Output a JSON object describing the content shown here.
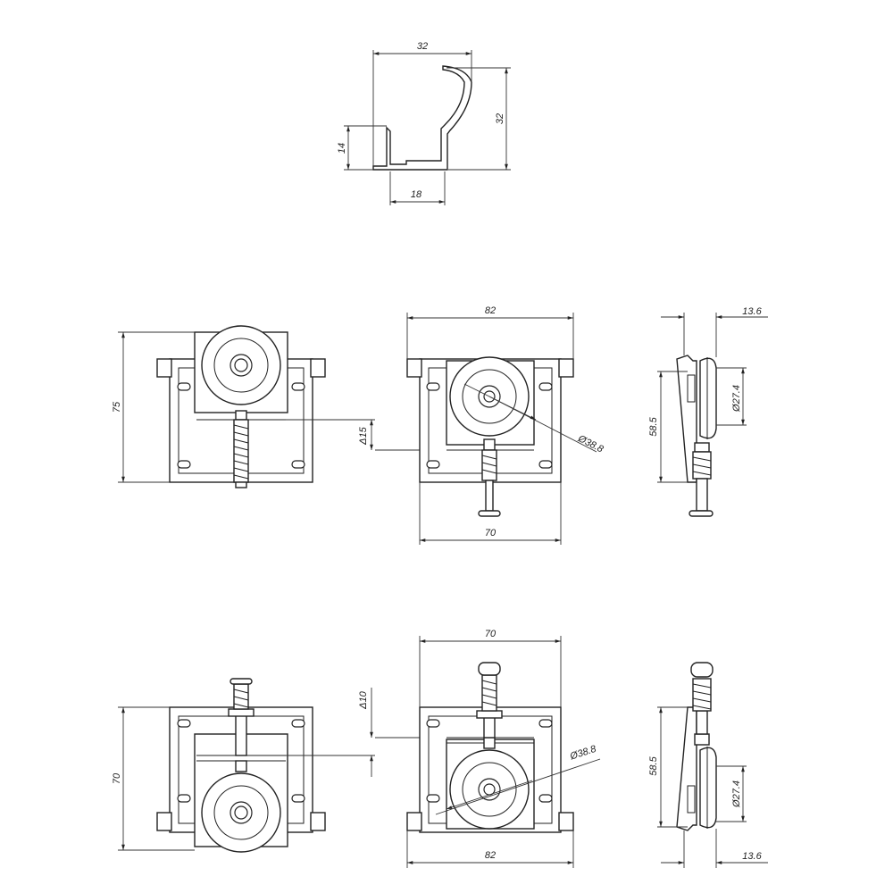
{
  "colors": {
    "line": "#222222",
    "background": "#ffffff"
  },
  "profile": {
    "width": "32",
    "height": "32",
    "lip": "14",
    "base": "18"
  },
  "view_top": {
    "height": "75",
    "offset": "Δ15",
    "width_top": "82",
    "width_bottom": "70",
    "wheel_dia": "Ø38.8",
    "side_depth": "13.6",
    "side_height": "58.5",
    "side_wheel": "Ø27.4"
  },
  "view_bottom": {
    "height": "70",
    "offset": "Δ10",
    "width_top": "70",
    "width_bottom": "82",
    "wheel_dia": "Ø38.8",
    "side_depth": "13.6",
    "side_height": "58.5",
    "side_wheel": "Ø27.4"
  }
}
